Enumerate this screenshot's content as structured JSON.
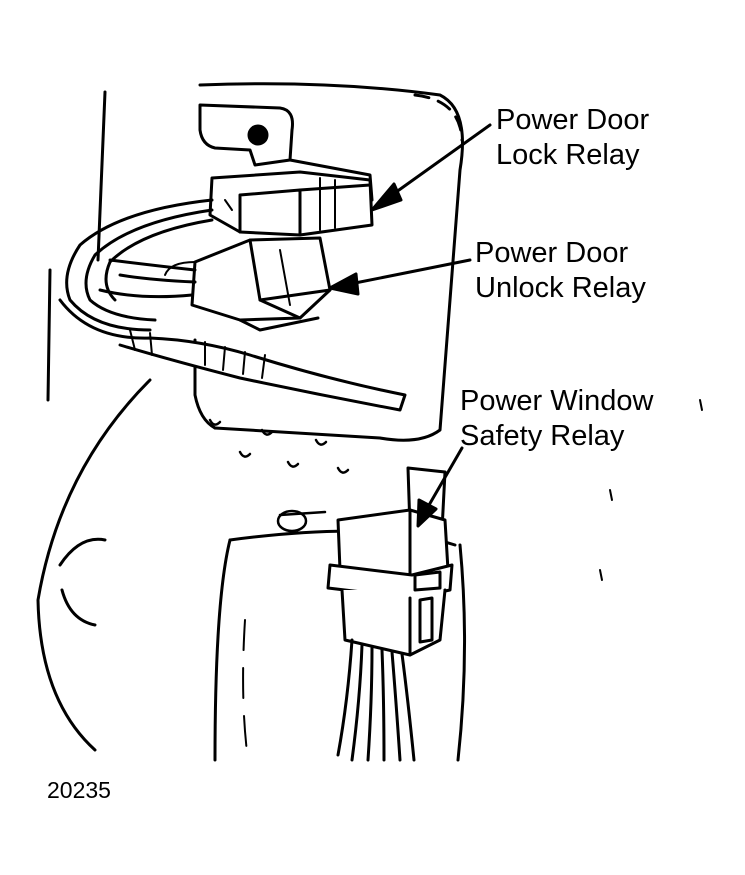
{
  "labels": {
    "lock_relay": [
      "Power Door",
      "Lock Relay"
    ],
    "unlock_relay": [
      "Power Door",
      "Unlock Relay"
    ],
    "window_relay": [
      "Power Window",
      "Safety Relay"
    ]
  },
  "figure_number": "20235",
  "colors": {
    "ink": "#000000",
    "paper": "#ffffff"
  }
}
